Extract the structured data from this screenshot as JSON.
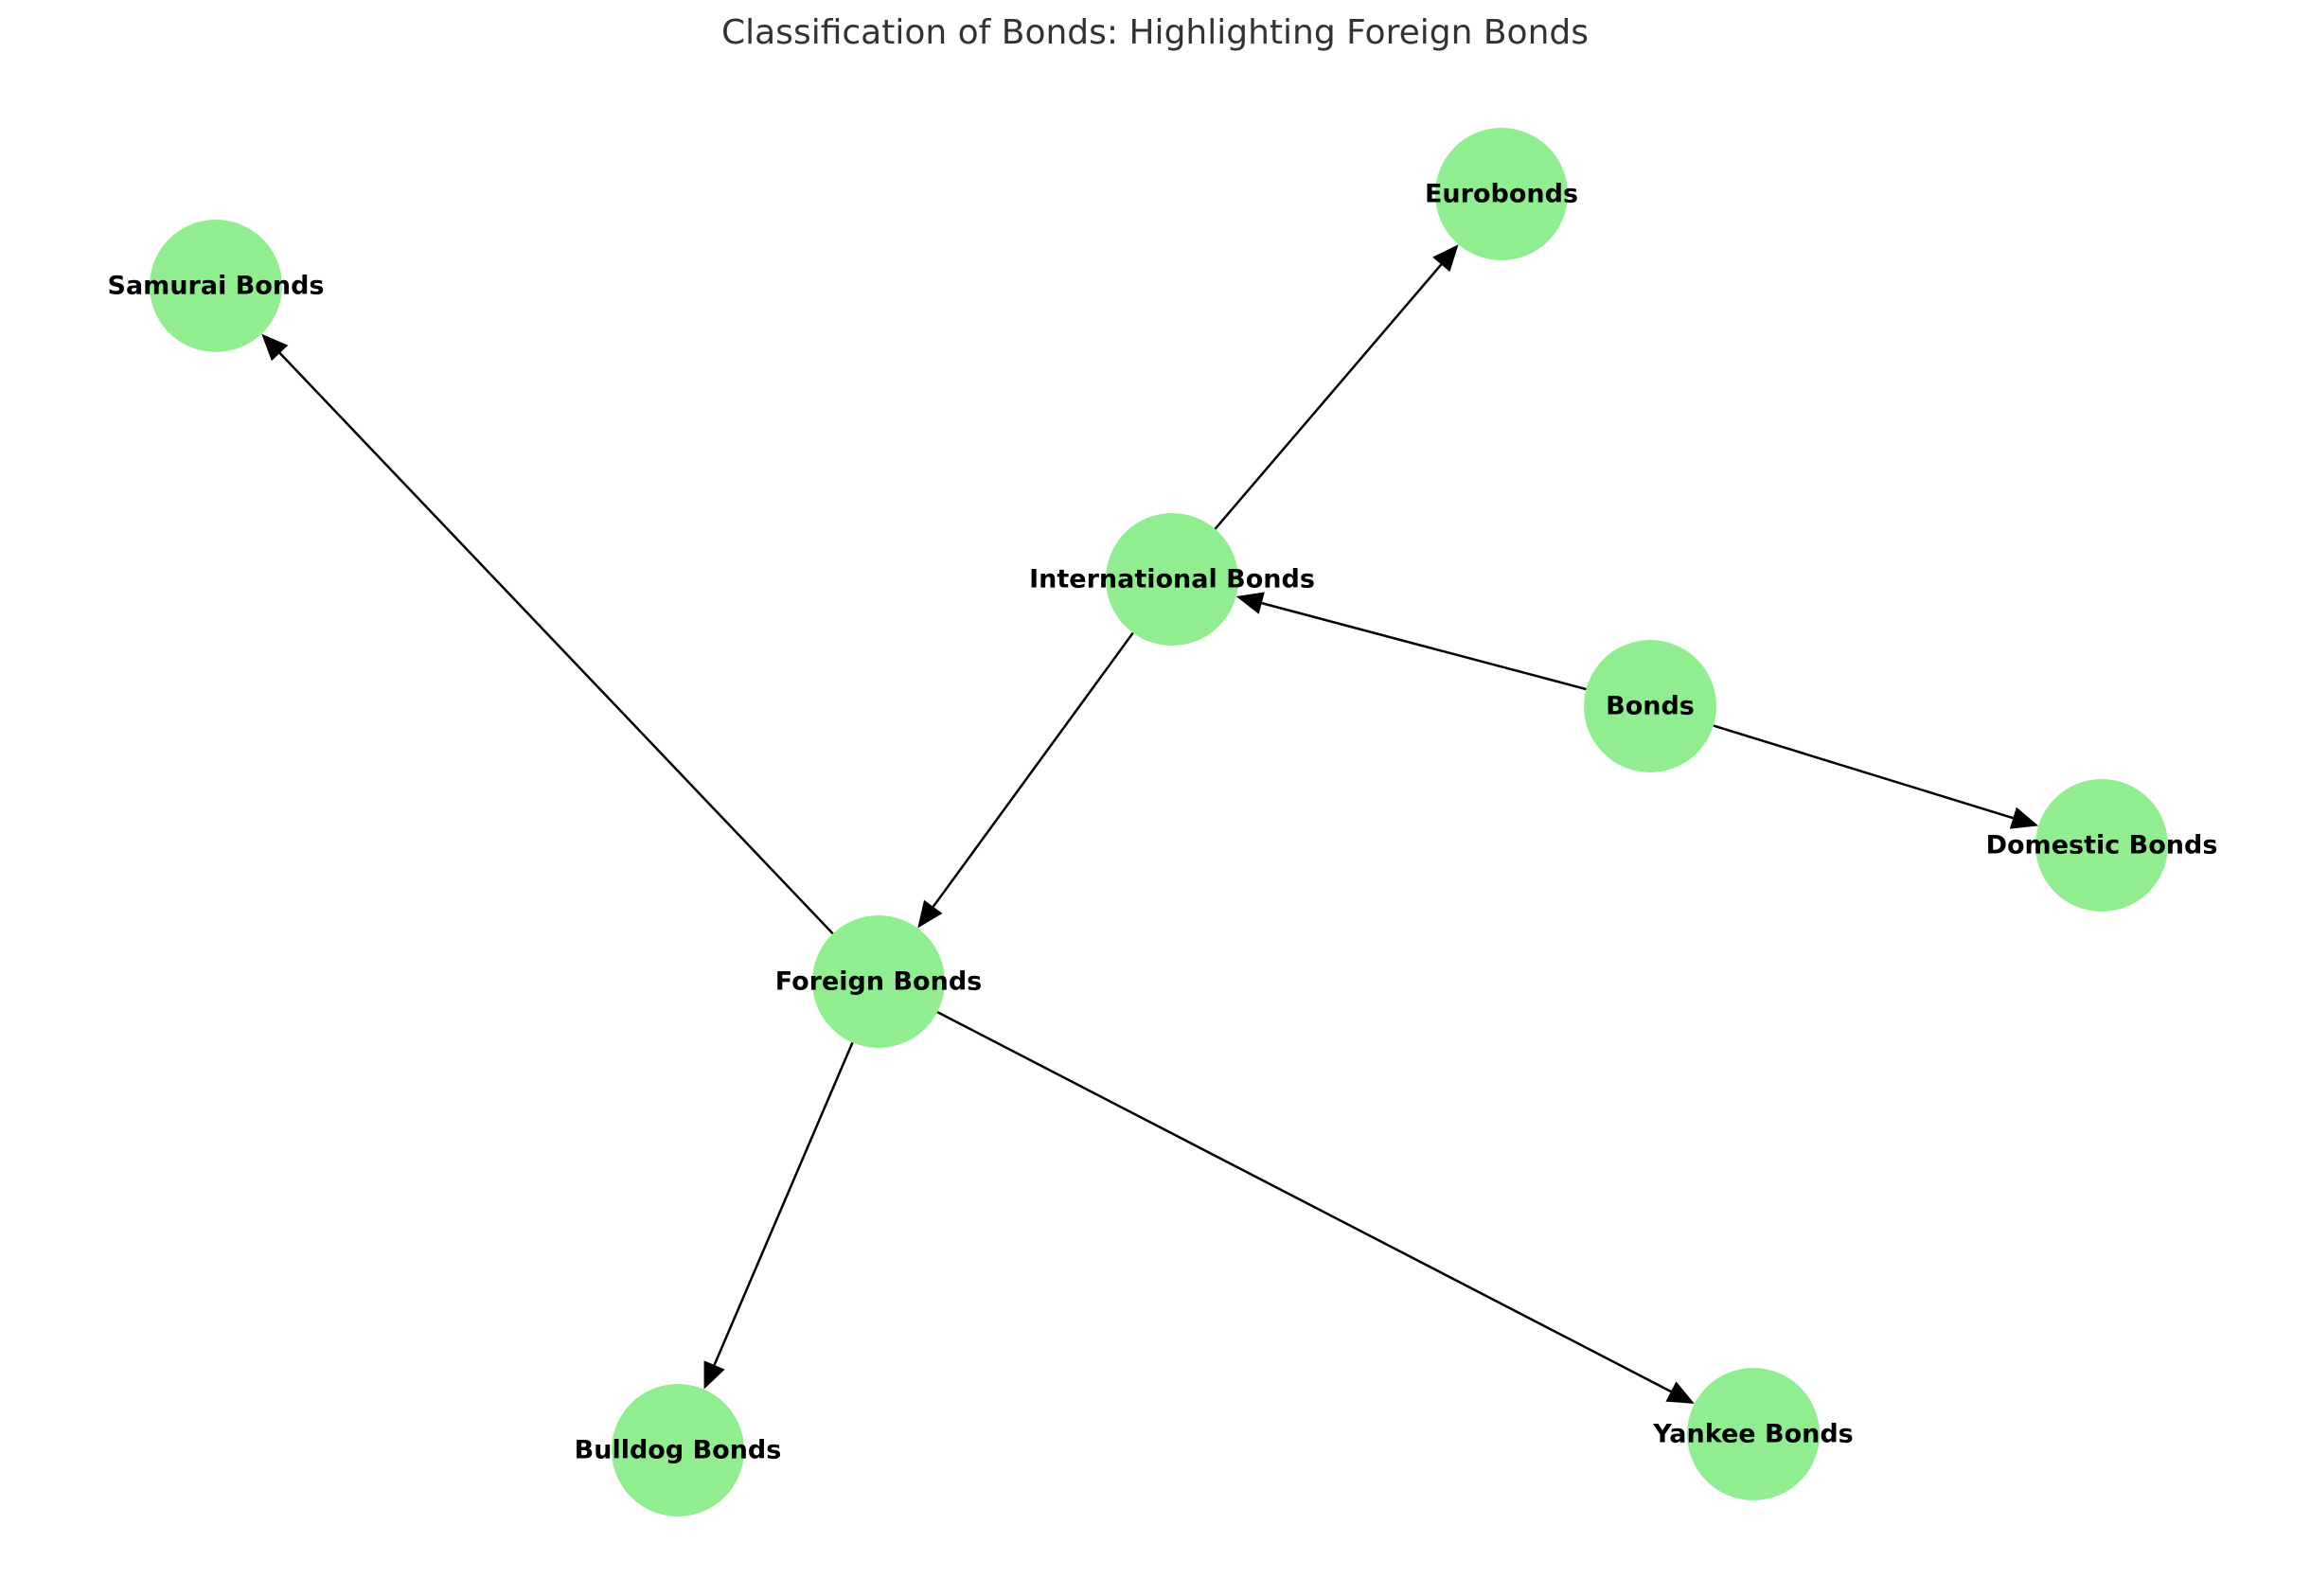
{
  "title": "Classification of Bonds: Highlighting Foreign Bonds",
  "colors": {
    "node_fill": "#90ee90",
    "edge_stroke": "#000000",
    "label_text": "#000000",
    "title_text": "#333333"
  },
  "nodes": [
    {
      "id": "bonds",
      "label": "Bonds"
    },
    {
      "id": "international",
      "label": "International Bonds"
    },
    {
      "id": "domestic",
      "label": "Domestic Bonds"
    },
    {
      "id": "eurobonds",
      "label": "Eurobonds"
    },
    {
      "id": "foreign",
      "label": "Foreign Bonds"
    },
    {
      "id": "samurai",
      "label": "Samurai Bonds"
    },
    {
      "id": "bulldog",
      "label": "Bulldog Bonds"
    },
    {
      "id": "yankee",
      "label": "Yankee Bonds"
    }
  ],
  "edges": [
    {
      "from": "bonds",
      "to": "international"
    },
    {
      "from": "bonds",
      "to": "domestic"
    },
    {
      "from": "international",
      "to": "eurobonds"
    },
    {
      "from": "international",
      "to": "foreign"
    },
    {
      "from": "foreign",
      "to": "samurai"
    },
    {
      "from": "foreign",
      "to": "bulldog"
    },
    {
      "from": "foreign",
      "to": "yankee"
    }
  ]
}
